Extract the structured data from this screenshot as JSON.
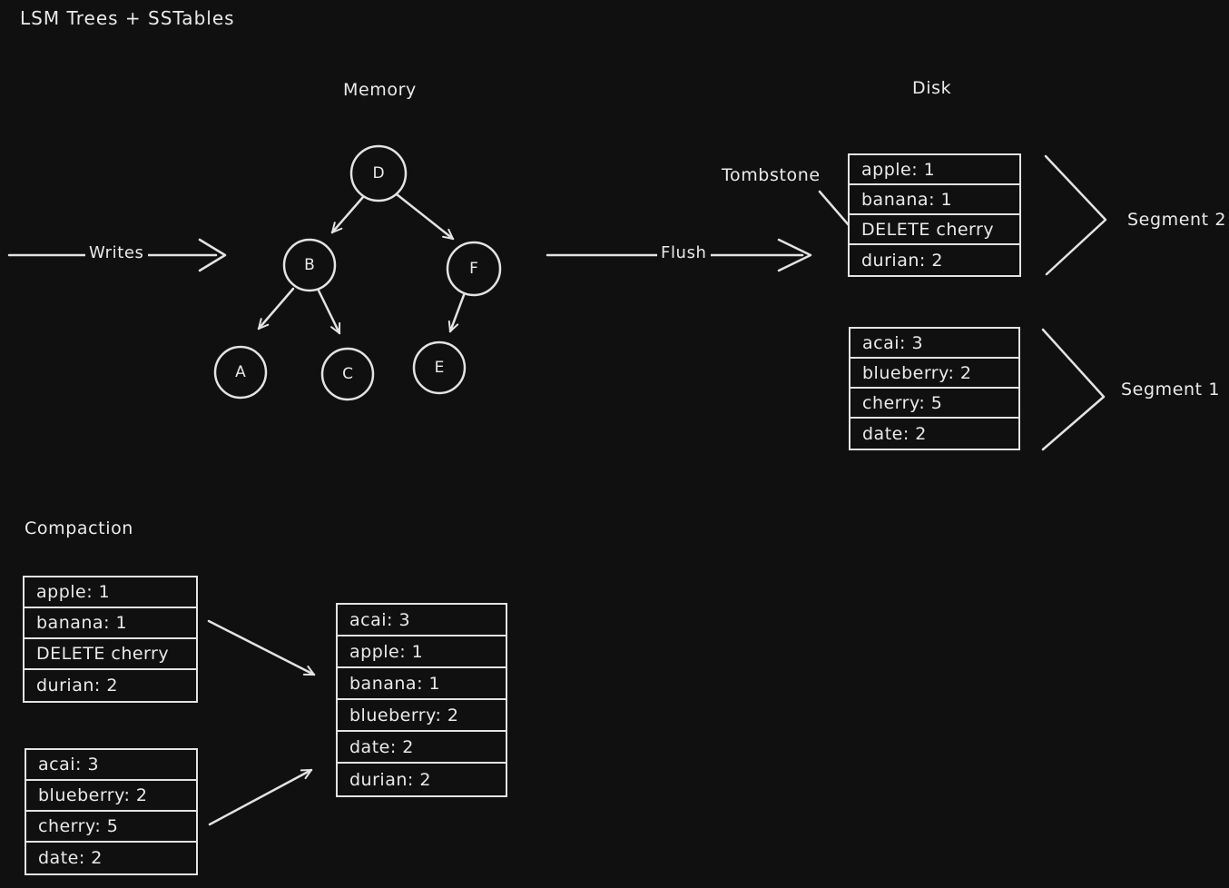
{
  "title": "LSM Trees + SSTables",
  "colors": {
    "background": "#101010",
    "stroke": "#e3e3e3",
    "text": "#eaeaea"
  },
  "sections": {
    "memory_label": "Memory",
    "disk_label": "Disk",
    "compaction_label": "Compaction"
  },
  "arrows": {
    "writes_label": "Writes",
    "flush_label": "Flush"
  },
  "annotations": {
    "tombstone_label": "Tombstone",
    "segment2_label": "Segment 2",
    "segment1_label": "Segment 1"
  },
  "memtable_tree": {
    "nodes": [
      {
        "label": "D"
      },
      {
        "label": "B"
      },
      {
        "label": "F"
      },
      {
        "label": "A"
      },
      {
        "label": "C"
      },
      {
        "label": "E"
      }
    ],
    "edges": [
      {
        "from": "D",
        "to": "B"
      },
      {
        "from": "D",
        "to": "F"
      },
      {
        "from": "B",
        "to": "A"
      },
      {
        "from": "B",
        "to": "C"
      },
      {
        "from": "F",
        "to": "E"
      }
    ]
  },
  "disk": {
    "segment2_rows": [
      "apple: 1",
      "banana: 1",
      "DELETE cherry",
      "durian: 2"
    ],
    "segment1_rows": [
      "acai: 3",
      "blueberry: 2",
      "cherry: 5",
      "date: 2"
    ]
  },
  "compaction": {
    "input_top_rows": [
      "apple: 1",
      "banana: 1",
      "DELETE cherry",
      "durian: 2"
    ],
    "input_bottom_rows": [
      "acai: 3",
      "blueberry: 2",
      "cherry: 5",
      "date: 2"
    ],
    "merged_rows": [
      "acai: 3",
      "apple: 1",
      "banana: 1",
      "blueberry: 2",
      "date: 2",
      "durian: 2"
    ]
  }
}
